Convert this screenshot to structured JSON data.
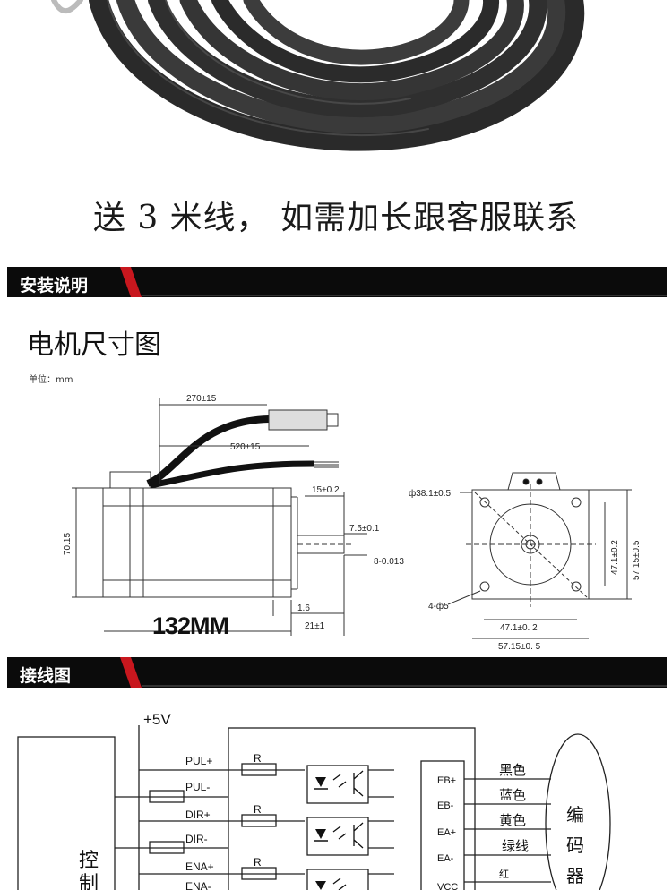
{
  "cable_caption": "送 3 米线，  如需加长跟客服联系",
  "sections": {
    "install": "安装说明",
    "wiring": "接线图"
  },
  "dimensions": {
    "title": "电机尺寸图",
    "unit": "单位：mm",
    "total_length": "132MM",
    "labels": {
      "cable_270": "270±15",
      "cable_520": "520±15",
      "d15": "15±0.2",
      "d75": "7.5±0.1",
      "d8": "8-0.013",
      "d7015": "70.15",
      "d16": "1.6",
      "d21": "21±1",
      "phi381": "ф38.1±0.5",
      "d471v": "47.1±0.2",
      "d5715v": "57.15±0.5",
      "holes": "4-ф5",
      "d471h": "47.1±0. 2",
      "d5715h": "57.15±0. 5"
    }
  },
  "wiring": {
    "supply": "+5V",
    "controller": [
      "控",
      "制"
    ],
    "signals": [
      "PUL+",
      "PUL-",
      "DIR+",
      "DIR-",
      "ENA+",
      "ENA-"
    ],
    "resistor": "R",
    "encoder_pins": [
      "EB+",
      "EB-",
      "EA+",
      "EA-",
      "VCC"
    ],
    "wire_colors": [
      "黑色",
      "蓝色",
      "黄色",
      "绿线",
      "红"
    ],
    "encoder": [
      "编",
      "码",
      "器"
    ]
  }
}
